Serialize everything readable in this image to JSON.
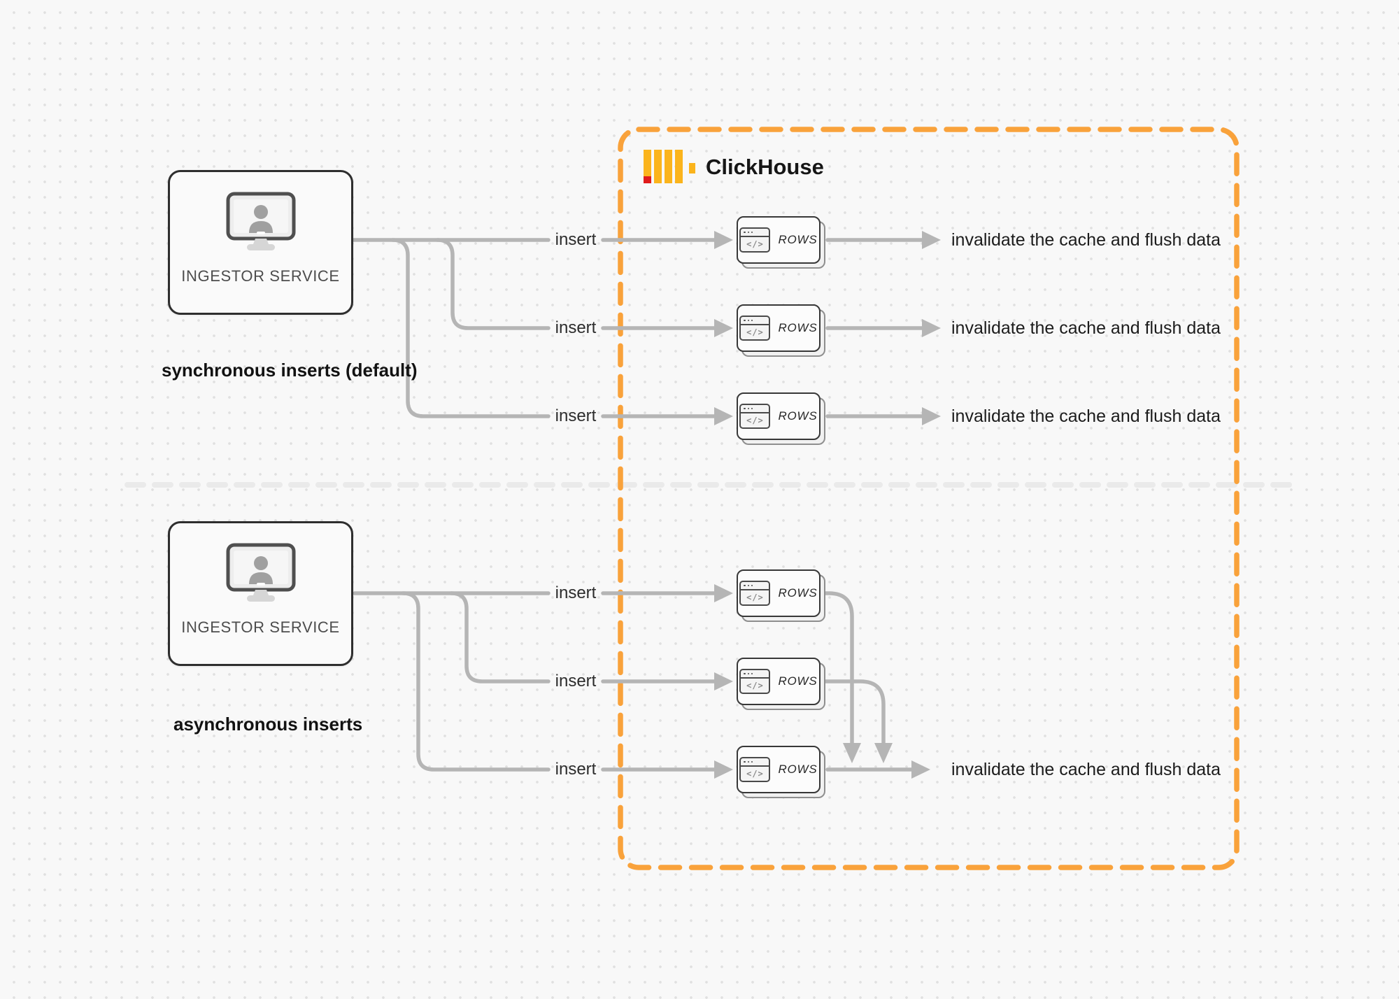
{
  "clickhouse": {
    "brand": "ClickHouse"
  },
  "sync": {
    "service_label": "INGESTOR SERVICE",
    "caption": "synchronous inserts (default)",
    "rows": [
      {
        "insert": "insert",
        "card": "ROWS",
        "code": "</>",
        "result": "invalidate the cache and flush data"
      },
      {
        "insert": "insert",
        "card": "ROWS",
        "code": "</>",
        "result": "invalidate the cache and flush data"
      },
      {
        "insert": "insert",
        "card": "ROWS",
        "code": "</>",
        "result": "invalidate the cache and flush data"
      }
    ]
  },
  "async": {
    "service_label": "INGESTOR SERVICE",
    "caption": "asynchronous inserts",
    "rows": [
      {
        "insert": "insert",
        "card": "ROWS",
        "code": "</>"
      },
      {
        "insert": "insert",
        "card": "ROWS",
        "code": "</>"
      },
      {
        "insert": "insert",
        "card": "ROWS",
        "code": "</>"
      }
    ],
    "result": "invalidate the cache and flush data"
  },
  "colors": {
    "boundary_orange": "#F9A23B",
    "logo_yellow": "#FBB41C",
    "logo_red": "#E01B1B",
    "connector_gray": "#B5B5B5",
    "divider_gray": "#EAEAEA",
    "box_border": "#2E2E2E"
  }
}
